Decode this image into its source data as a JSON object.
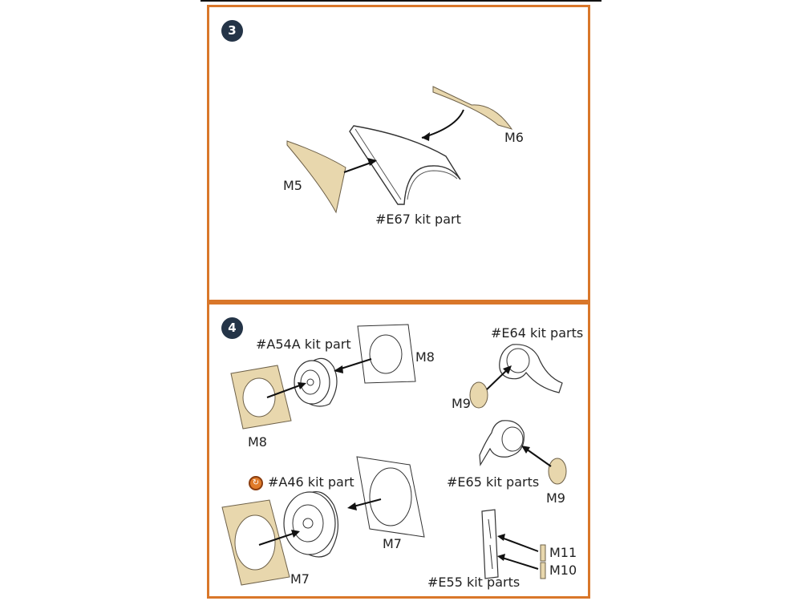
{
  "steps": [
    {
      "number": "3",
      "labels": {
        "m6": "M6",
        "m5": "M5",
        "kit_part": "#E67 kit part"
      }
    },
    {
      "number": "4",
      "labels": {
        "a54a": "#A54A kit part",
        "m8_right": "M8",
        "m8_left": "M8",
        "e64": "#E64 kit parts",
        "m9_top": "M9",
        "e65": "#E65 kit parts",
        "m9_bottom": "M9",
        "a46": "#A46 kit part",
        "m7_right": "M7",
        "m7_left": "M7",
        "m11": "M11",
        "m10": "M10",
        "e55": "#E55 kit parts"
      },
      "ref_icon": "circular-arrow-reference-icon"
    }
  ],
  "colors": {
    "frame": "#d9772a",
    "badge": "#243447",
    "mask": "#e8d7ad"
  }
}
